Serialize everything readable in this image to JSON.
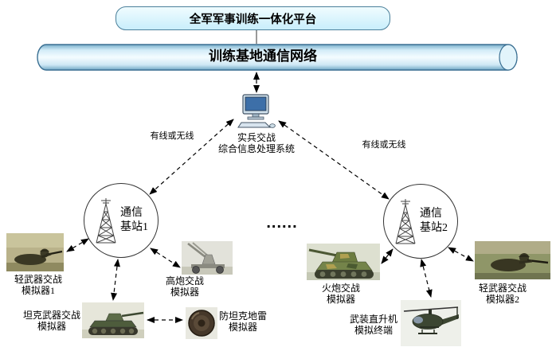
{
  "platform": {
    "title": "全军军事训练一体化平台"
  },
  "network": {
    "title": "训练基地通信网络"
  },
  "processing_system": {
    "label": "实兵交战\n综合信息处理系统",
    "icon": "desktop-computer-icon"
  },
  "links": {
    "left_label": "有线或无线",
    "right_label": "有线或无线"
  },
  "stations": [
    {
      "label": "通信\n基站1",
      "icon": "radio-tower-icon"
    },
    {
      "label": "通信\n基站2",
      "icon": "radio-tower-icon"
    }
  ],
  "continuation_dots": "......",
  "simulators": [
    {
      "label": "轻武器交战\n模拟器1",
      "photo": "soldier-photo"
    },
    {
      "label": "坦克武器交战\n模拟器",
      "photo": "tank-photo"
    },
    {
      "label": "高炮交战\n模拟器",
      "photo": "anti-aircraft-gun-photo"
    },
    {
      "label": "防坦克地雷\n模拟器",
      "photo": "mine-photo"
    },
    {
      "label": "火炮交战\n模拟器",
      "photo": "artillery-photo"
    },
    {
      "label": "武装直升机\n模拟终端",
      "photo": "helicopter-photo"
    },
    {
      "label": "轻武器交战\n模拟器2",
      "photo": "soldier-photo"
    }
  ],
  "colors": {
    "pipe_fill": "#d9eef9",
    "pipe_stroke": "#3a6f92",
    "platform_box_fill": "#d2f0fc",
    "line_color": "#000000"
  }
}
